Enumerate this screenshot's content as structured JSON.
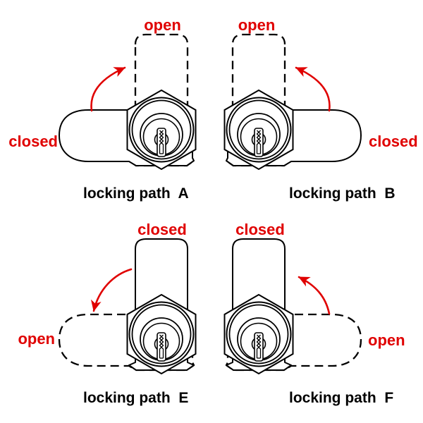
{
  "colors": {
    "accent": "#e00000",
    "ink": "#000000",
    "background": "#ffffff"
  },
  "panels": [
    {
      "id": "A",
      "caption": "locking path  A",
      "open_label": "open",
      "closed_label": "closed",
      "solid_cam": "closed (horizontal, left)",
      "dashed_cam": "open (vertical, up)",
      "arrow": "from closed-left curving up to open-top"
    },
    {
      "id": "B",
      "caption": "locking path  B",
      "open_label": "open",
      "closed_label": "closed",
      "solid_cam": "closed (horizontal, right)",
      "dashed_cam": "open (vertical, up)",
      "arrow": "from closed-right curving up to open-top"
    },
    {
      "id": "E",
      "caption": "locking path  E",
      "open_label": "open",
      "closed_label": "closed",
      "solid_cam": "closed (vertical, up)",
      "dashed_cam": "open (horizontal, left)",
      "arrow": "from closed-top curving down to open-left"
    },
    {
      "id": "F",
      "caption": "locking path  F",
      "open_label": "open",
      "closed_label": "closed",
      "solid_cam": "closed (vertical, up)",
      "dashed_cam": "open (horizontal, right)",
      "arrow": "from open-right curving up to closed-top"
    }
  ]
}
